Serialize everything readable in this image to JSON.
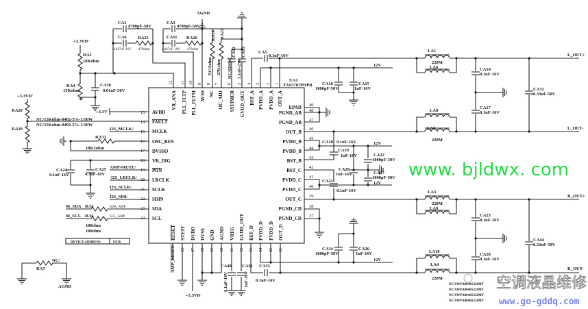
{
  "ic": {
    "ref": "UA1",
    "part": "TAS5707PHPR",
    "left_pins": [
      {
        "num": "13",
        "name": "AVDD"
      },
      {
        "num": "14",
        "name": "FAULT"
      },
      {
        "num": "15",
        "name": "MCLK"
      },
      {
        "num": "16",
        "name": "OSC_RES"
      },
      {
        "num": "17",
        "name": "DVSSO"
      },
      {
        "num": "18",
        "name": "VR_DIG"
      },
      {
        "num": "19",
        "name": "PDN"
      },
      {
        "num": "20",
        "name": "LRCLK"
      },
      {
        "num": "21",
        "name": "SCLK"
      },
      {
        "num": "22",
        "name": "SDIN"
      },
      {
        "num": "23",
        "name": "SDA"
      },
      {
        "num": "24",
        "name": "SCL"
      }
    ],
    "top_pins": [
      {
        "num": "12",
        "name": "VR_ANA"
      },
      {
        "num": "11",
        "name": "PLL_FLTP"
      },
      {
        "num": "10",
        "name": "PLL_FLTM"
      },
      {
        "num": "9",
        "name": "AVSS"
      },
      {
        "num": "8",
        "name": "NC"
      },
      {
        "num": "7",
        "name": "OC_ADJ"
      },
      {
        "num": "6",
        "name": "SSTIMER"
      },
      {
        "num": "5",
        "name": "GVDD_OUT"
      },
      {
        "num": "4",
        "name": "BST_A"
      },
      {
        "num": "3",
        "name": "PVDD_A"
      },
      {
        "num": "2",
        "name": "PVDD_A"
      },
      {
        "num": "1",
        "name": "OUT_A"
      }
    ],
    "right_pins": [
      {
        "num": "49",
        "name": "EPAD"
      },
      {
        "num": "48",
        "name": "PGND_AB"
      },
      {
        "num": "47",
        "name": "PGND_AB"
      },
      {
        "num": "46",
        "name": "OUT_B"
      },
      {
        "num": "45",
        "name": "PVDD_B"
      },
      {
        "num": "44",
        "name": "PVDD_B"
      },
      {
        "num": "43",
        "name": "BST_B"
      },
      {
        "num": "42",
        "name": "BST_C"
      },
      {
        "num": "41",
        "name": "PVDD_C"
      },
      {
        "num": "40",
        "name": "PVDD_C"
      },
      {
        "num": "39",
        "name": "OUT_C"
      },
      {
        "num": "38",
        "name": "PGND_CD"
      },
      {
        "num": "37",
        "name": "PGND_CD"
      }
    ],
    "bottom_pins": [
      {
        "num": "25",
        "name": "RESET"
      },
      {
        "num": "26",
        "name": "STEST"
      },
      {
        "num": "27",
        "name": "DVDD"
      },
      {
        "num": "28",
        "name": "DVSS"
      },
      {
        "num": "29",
        "name": "GND"
      },
      {
        "num": "30",
        "name": "AGND"
      },
      {
        "num": "31",
        "name": "VREG"
      },
      {
        "num": "32",
        "name": "GVDD_OUT"
      },
      {
        "num": "33",
        "name": "BST_D"
      },
      {
        "num": "34",
        "name": "PVDD_D"
      },
      {
        "num": "35",
        "name": "PVDD_D"
      },
      {
        "num": "36",
        "name": "OUT_D"
      }
    ]
  },
  "nets": {
    "v33d": "+3.3VD'",
    "v33": "+3.3V'",
    "v33d_bottom": "+3.3VD'",
    "agnd": "AGND",
    "v12": "12V",
    "l_out_p": "L_OUT+",
    "l_out_n": "L_OUT-",
    "r_out_p": "R_OUT+",
    "r_out_n": "R_OUT-",
    "mclk": "I2S_MCLK/",
    "mute": "AMP-MUTE/",
    "lrclk": "I2S_LRCLK/",
    "sclk": "I2S_SCLK/",
    "sd0": "I2S_SD0/",
    "m_sda": "M_SDA",
    "m_scl": "M_SCL",
    "sda_amp": "SDA_AMP",
    "scl_amp": "SCL_AMP",
    "amp_reset": "AMP_RESET/"
  },
  "components": {
    "CA1": {
      "ref": "CA1",
      "value": "4700pF-50V"
    },
    "CA6": {
      "ref": "CA6",
      "value": "0.047uF-16V"
    },
    "RA25": {
      "ref": "RA25",
      "value": "470ohm"
    },
    "CA3": {
      "ref": "CA3",
      "value": "4700pF-50V"
    },
    "CA11": {
      "ref": "CA11",
      "value": "0.047uF-16V"
    },
    "RA26": {
      "ref": "RA26",
      "value": "470ohm"
    },
    "RA14": {
      "ref": "RA14",
      "value": "NC/0ohm"
    },
    "RA23": {
      "ref": "RA23",
      "value": "27Kohm"
    },
    "CA12": {
      "ref": "CA12",
      "value": "NC/2200pF"
    },
    "CA13": {
      "ref": "CA13",
      "value": "5.1uF-25V"
    },
    "RA3": {
      "ref": "RA3",
      "value": "18Kohm"
    },
    "RA4": {
      "ref": "RA4",
      "value": "15Kohm"
    },
    "CA30": {
      "ref": "CA30",
      "value": "0.01uF-50V"
    },
    "RA28": {
      "ref": "RA28",
      "value": "NC/15Kohm-0402-5%-1/16W"
    },
    "RA30": {
      "ref": "RA30",
      "value": "NC/15Kohm-0402-5%-1/16W"
    },
    "RA31": {
      "ref": "RA31",
      "value": "18K2ohm"
    },
    "CA24": {
      "ref": "CA24",
      "value": "0.1uF-16V"
    },
    "CA25": {
      "ref": "CA25",
      "value": "4.7uF-10V"
    },
    "RA5": {
      "ref": "RA5",
      "value": "100ohm"
    },
    "RA6": {
      "ref": "RA6",
      "value": "100ohm"
    },
    "RA7": {
      "ref": "RA7",
      "value": "NC/"
    },
    "CA40": {
      "ref": "CA40",
      "value": "0.1uF-16V"
    },
    "CA31": {
      "ref": "CA31",
      "value": "1uF-16V"
    },
    "CA33": {
      "ref": "CA33",
      "value": "0.1uF-16V"
    },
    "CA5": {
      "ref": "CA5",
      "value": "0.1uF-16V"
    },
    "CA16": {
      "ref": "CA16",
      "value": "1000pF-50V"
    },
    "CA15": {
      "ref": "CA15",
      "value": "1uF-16V"
    },
    "CA18": {
      "ref": "CA18",
      "value": "0.1uF-16V"
    },
    "CA19": {
      "ref": "CA19",
      "value": "1uF-16V"
    },
    "CA22": {
      "ref": "CA22",
      "value": "1000pF-50V"
    },
    "CA20": {
      "ref": "CA20",
      "value": "1uF-16V"
    },
    "CA27": {
      "ref": "CA27",
      "value": "1000pF-50V"
    },
    "CA21": {
      "ref": "CA21",
      "value": "0.1uF-16V"
    },
    "CA34": {
      "ref": "CA34",
      "value": "1000pF-50V"
    },
    "CA26": {
      "ref": "CA26",
      "value": "1uF-16V"
    },
    "LA1": {
      "ref": "LA1",
      "value": "220M"
    },
    "LA6": {
      "ref": "LA6"
    },
    "LA8": {
      "ref": "LA8"
    },
    "LA2": {
      "ref": "LA2",
      "value": "220M"
    },
    "LA3": {
      "ref": "LA3",
      "value": "220M"
    },
    "LA9": {
      "ref": "LA9"
    },
    "LA10": {
      "ref": "LA10"
    },
    "LA4": {
      "ref": "LA4",
      "value": "220M"
    },
    "CA14": {
      "ref": "CA14",
      "value": "0.1uF-16V"
    },
    "CA17": {
      "ref": "CA17",
      "value": "0.1uF-16V"
    },
    "CA32": {
      "ref": "CA32",
      "value": "0.33uF-50V"
    },
    "CA23": {
      "ref": "CA23",
      "value": "0.1uF-16V"
    },
    "CA28": {
      "ref": "CA28",
      "value": "0.1uF-16V"
    },
    "CA44": {
      "ref": "CA44",
      "value": "0.33uF-50V"
    }
  },
  "device_address": {
    "label": "DEVICE ADDRESS",
    "value": "0X36"
  },
  "bom_notes": [
    "NC/SWPA8040S220MT",
    "NC/SWPA8040S220MT",
    "NC/SWPA8040S220MT",
    "NC/SWPA8040S220MT"
  ],
  "watermark": "www. bjldwx. com",
  "logo": {
    "text": "空调液晶维修",
    "url": "www.go-gddq.com"
  }
}
